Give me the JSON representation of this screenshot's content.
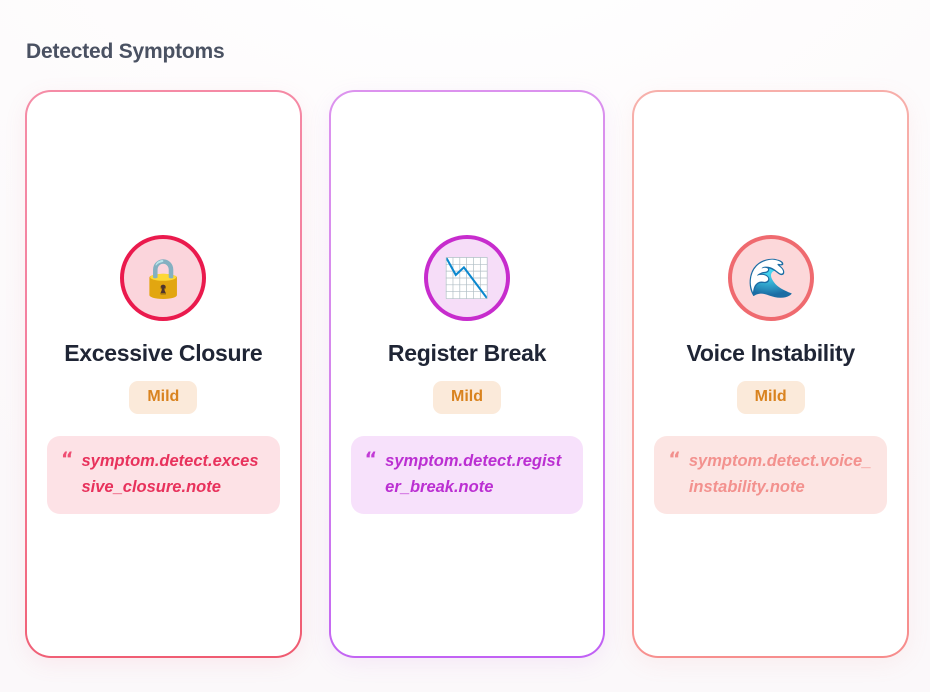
{
  "header": {
    "title": "Detected Symptoms"
  },
  "colors": {
    "title_text": "#4a5162",
    "card_title_text": "#1f2535",
    "badge_bg": "#fbeada",
    "badge_text": "#d9831f",
    "card1_border": "#f4809f",
    "card1_ring": "#ea1a4d",
    "card1_ring_fill": "#fbd5dc",
    "card1_note_bg": "#fde2e6",
    "card1_note_text": "#e8325c",
    "card2_border": "#d689ec",
    "card2_ring": "#c72ccd",
    "card2_ring_fill": "#f6ddf8",
    "card2_note_bg": "#f7e1fb",
    "card2_note_text": "#bb2fd2",
    "card3_border": "#f8a8a4",
    "card3_ring": "#ef6a6f",
    "card3_ring_fill": "#fcd8da",
    "card3_note_bg": "#fce5e3",
    "card3_note_text": "#f3918e"
  },
  "quote_glyph": "“",
  "cards": [
    {
      "icon": "lock-icon",
      "icon_glyph": "🔒",
      "title": "Excessive Closure",
      "severity": "Mild",
      "note": "symptom.detect.excessive_closure.note"
    },
    {
      "icon": "chart-decreasing-icon",
      "icon_glyph": "📉",
      "title": "Register Break",
      "severity": "Mild",
      "note": "symptom.detect.register_break.note"
    },
    {
      "icon": "wave-icon",
      "icon_glyph": "🌊",
      "title": "Voice Instability",
      "severity": "Mild",
      "note": "symptom.detect.voice_instability.note"
    }
  ]
}
